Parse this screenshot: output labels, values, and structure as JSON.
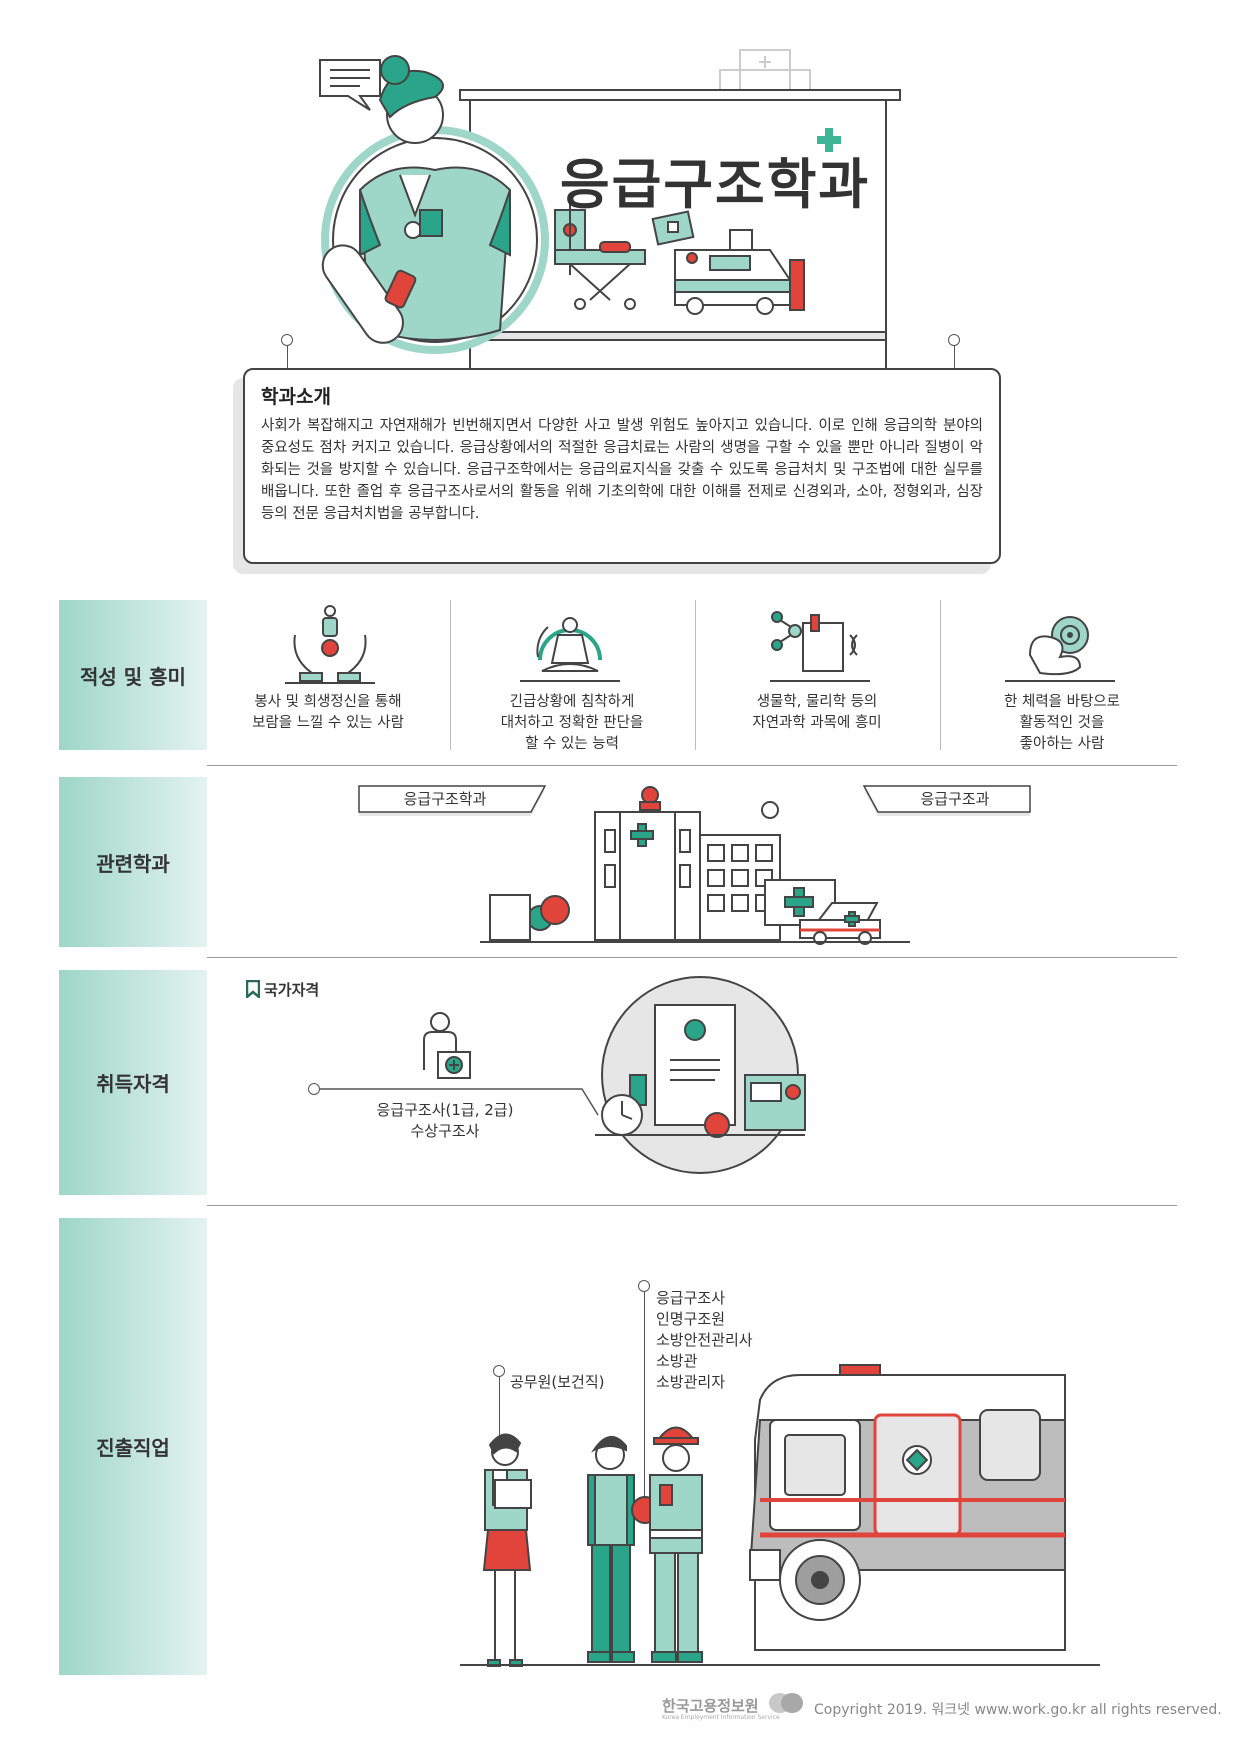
{
  "title": "응급구조학과",
  "intro": {
    "heading": "학과소개",
    "text": "사회가 복잡해지고 자연재해가 빈번해지면서 다양한 사고 발생 위험도 높아지고 있습니다. 이로 인해 응급의학 분야의 중요성도 점차 커지고 있습니다. 응급상황에서의 적절한 응급치료는 사람의 생명을 구할 수 있을 뿐만 아니라 질병이 악화되는 것을 방지할 수 있습니다. 응급구조학에서는 응급의료지식을 갖출 수 있도록 응급처치 및 구조법에 대한 실무를 배웁니다. 또한 졸업 후 응급구조사로서의 활동을 위해 기초의학에 대한 이해를 전제로 신경외과, 소아, 정형외과, 심장 등의 전문 응급처치법을 공부합니다."
  },
  "sections": {
    "aptitude": "적성 및 흥미",
    "related": "관련학과",
    "qualification": "취득자격",
    "career": "진출직업"
  },
  "aptitude_items": [
    {
      "icon": "hands-helping-icon",
      "lines": [
        "봉사 및 희생정신을 통해",
        "보람을 느낄 수 있는 사람"
      ]
    },
    {
      "icon": "meditation-icon",
      "lines": [
        "긴급상황에 침착하게",
        "대처하고 정확한 판단을",
        "할 수 있는 능력"
      ]
    },
    {
      "icon": "science-book-icon",
      "lines": [
        "생물학, 물리학 등의",
        "자연과학 과목에 흥미"
      ]
    },
    {
      "icon": "muscle-arm-icon",
      "lines": [
        "한 체력을 바탕으로",
        "활동적인 것을",
        "좋아하는 사람"
      ]
    }
  ],
  "related_departments": [
    "응급구조학과",
    "응급구조과"
  ],
  "qualification": {
    "category": "국가자격",
    "items": [
      "응급구조사(1급, 2급)",
      "수상구조사"
    ]
  },
  "career": {
    "group1": [
      "공무원(보건직)"
    ],
    "group2": [
      "응급구조사",
      "인명구조원",
      "소방안전관리사",
      "소방관",
      "소방관리자"
    ]
  },
  "footer": {
    "org_name": "한국고용정보원",
    "org_name_en": "Korea Employment Information Service",
    "copyright": "Copyright 2019. 워크넷 www.work.go.kr all rights reserved."
  },
  "colors": {
    "accent": "#2aa58a",
    "accent_light": "#9ed6c8",
    "red": "#e0443a",
    "line": "#444444"
  }
}
